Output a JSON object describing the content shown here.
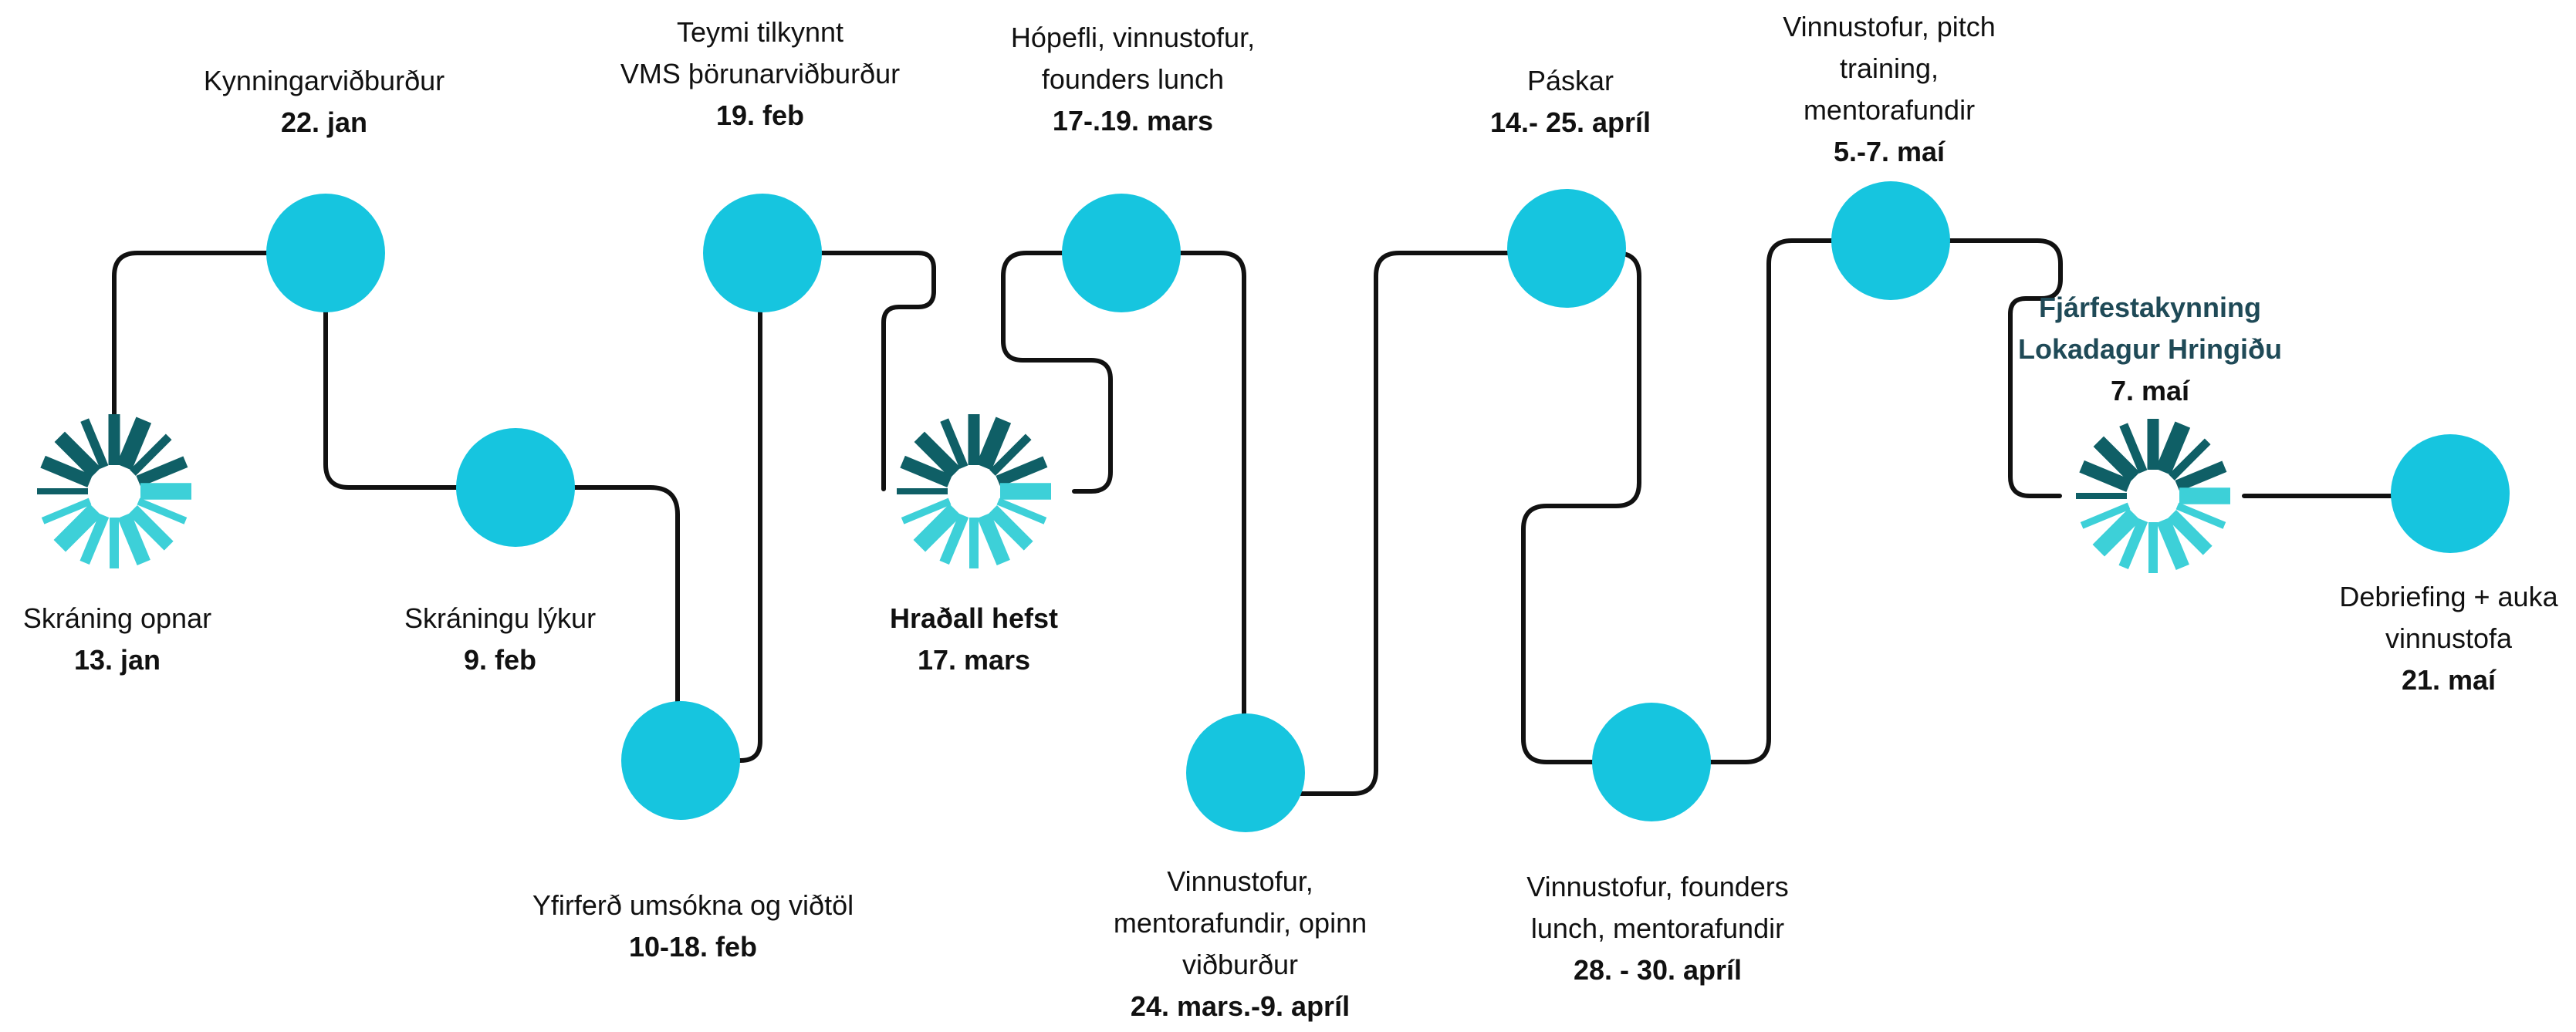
{
  "colors": {
    "line": "#111111",
    "node": "#16c5df",
    "burst_dark": "#0f5f66",
    "burst_light": "#3dd0d8",
    "highlight_text": "#1f4a57"
  },
  "events": [
    {
      "id": "e1",
      "lines": [
        "Skráning opnar"
      ],
      "date": "13. jan"
    },
    {
      "id": "e2",
      "lines": [
        "Kynningarviðburður"
      ],
      "date": "22. jan"
    },
    {
      "id": "e3",
      "lines": [
        "Skráningu lýkur"
      ],
      "date": "9. feb"
    },
    {
      "id": "e4",
      "lines": [
        "Yfirferð umsókna og viðtöl"
      ],
      "date": "10-18. feb"
    },
    {
      "id": "e5",
      "lines": [
        "Teymi tilkynnt",
        "VMS þörunarviðburður"
      ],
      "date": "19. feb"
    },
    {
      "id": "e6",
      "lines": [
        "Hraðall hefst"
      ],
      "date": "17. mars"
    },
    {
      "id": "e7",
      "lines": [
        "Hópefli, vinnustofur,",
        "founders lunch"
      ],
      "date": "17-.19. mars"
    },
    {
      "id": "e8",
      "lines": [
        "Vinnustofur,",
        "mentorafundir, opinn",
        "viðburður"
      ],
      "date": "24. mars.-9. apríl"
    },
    {
      "id": "e9",
      "lines": [
        "Páskar"
      ],
      "date": "14.- 25. apríl"
    },
    {
      "id": "e10",
      "lines": [
        "Vinnustofur, founders",
        "lunch, mentorafundir"
      ],
      "date": "28. - 30. apríl"
    },
    {
      "id": "e11",
      "lines": [
        "Vinnustofur, pitch",
        "training,",
        "mentorafundir"
      ],
      "date": "5.-7. maí"
    },
    {
      "id": "e12",
      "lines": [
        "Fjárfestakynning",
        "Lokadagur Hringiðu"
      ],
      "date": "7. maí"
    },
    {
      "id": "e13",
      "lines": [
        "Debriefing + auka",
        "vinnustofa"
      ],
      "date": "21. maí"
    }
  ]
}
